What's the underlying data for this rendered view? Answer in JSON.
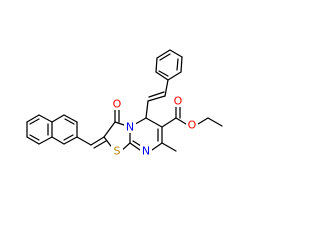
{
  "molecule": {
    "atom_labels": {
      "oxygen_carbonyl_ring": "O",
      "oxygen_ester_carbonyl": "O",
      "oxygen_ester_ether": "O",
      "nitrogen_bridge": "N",
      "nitrogen_ring": "N",
      "sulfur": "S"
    },
    "colors": {
      "bond": "#000000",
      "oxygen": "#ff0000",
      "nitrogen": "#0000ff",
      "sulfur": "#b8860b"
    }
  }
}
